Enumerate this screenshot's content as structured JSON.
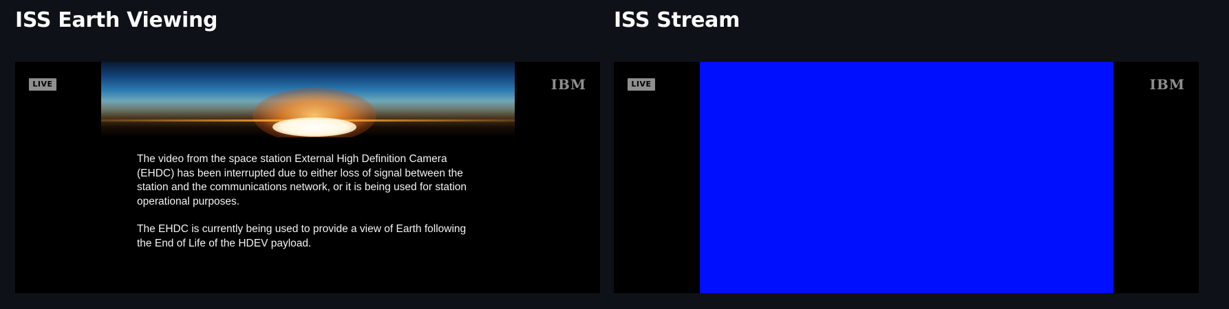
{
  "left_panel": {
    "title": "ISS Earth Viewing",
    "player": {
      "live_badge": "LIVE",
      "brand": "IBM",
      "notice_paragraphs": [
        "The video from the space station External High Definition Camera (EHDC) has been interrupted due to either loss of signal between the station and the communications network, or it is being used for station operational purposes.",
        "The EHDC is currently being used to provide a view of Earth following the End of Life of the HDEV payload."
      ]
    }
  },
  "right_panel": {
    "title": "ISS Stream",
    "player": {
      "live_badge": "LIVE",
      "brand": "IBM",
      "screen_color": "#0010ff"
    }
  },
  "colors": {
    "background": "#0e1117",
    "title_text": "#fafafa",
    "player_background": "#000000",
    "badge_gray": "#8f8f8f"
  }
}
